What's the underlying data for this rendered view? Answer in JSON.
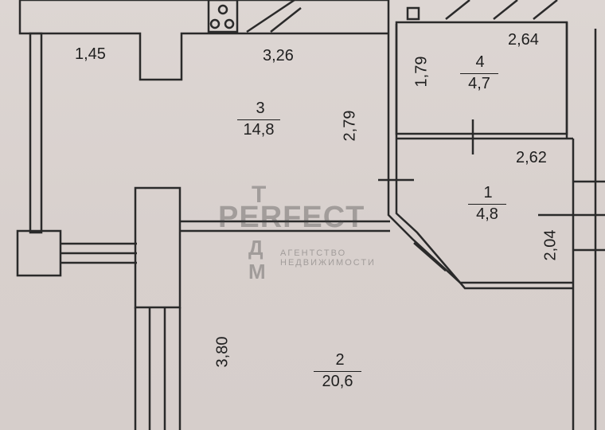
{
  "rooms": [
    {
      "number": "1",
      "area": "4,8"
    },
    {
      "number": "2",
      "area": "20,6"
    },
    {
      "number": "3",
      "area": "14,8"
    },
    {
      "number": "4",
      "area": "4,7"
    }
  ],
  "dimensions": {
    "balcony_width": "1,45",
    "kitchen_width": "3,26",
    "kitchen_depth": "2,79",
    "room4_width": "2,64",
    "room4_depth": "1,79",
    "room1_width": "2,62",
    "room1_depth": "2,04",
    "room2_depth": "3,80"
  },
  "watermark": {
    "brand": "PERFECT",
    "letters": [
      "Т",
      "Д",
      "М"
    ],
    "tagline": [
      "АГЕНТСТВО",
      "НЕДВИЖИМОСТИ"
    ]
  }
}
